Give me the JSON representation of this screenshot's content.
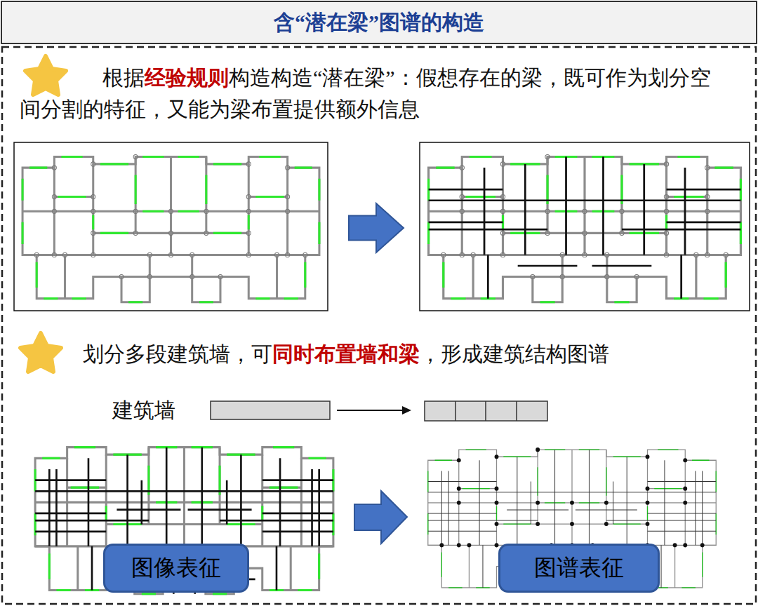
{
  "diagram": {
    "title": "含“潜在梁”图谱的构造",
    "nodes": [
      {
        "text": [
          "图像表征"
        ]
      },
      {
        "text": [
          "图谱表征"
        ]
      }
    ],
    "labels": [
      "根据",
      "经验规则",
      "构造构造“潜在梁”：假想存在的梁，既可作为划分空间分割的特征，又能为梁布置提供额外信息",
      "划分多段建筑墙，可",
      "同时布置墙和梁",
      "，形成建筑结构图谱",
      "建筑墙"
    ]
  }
}
